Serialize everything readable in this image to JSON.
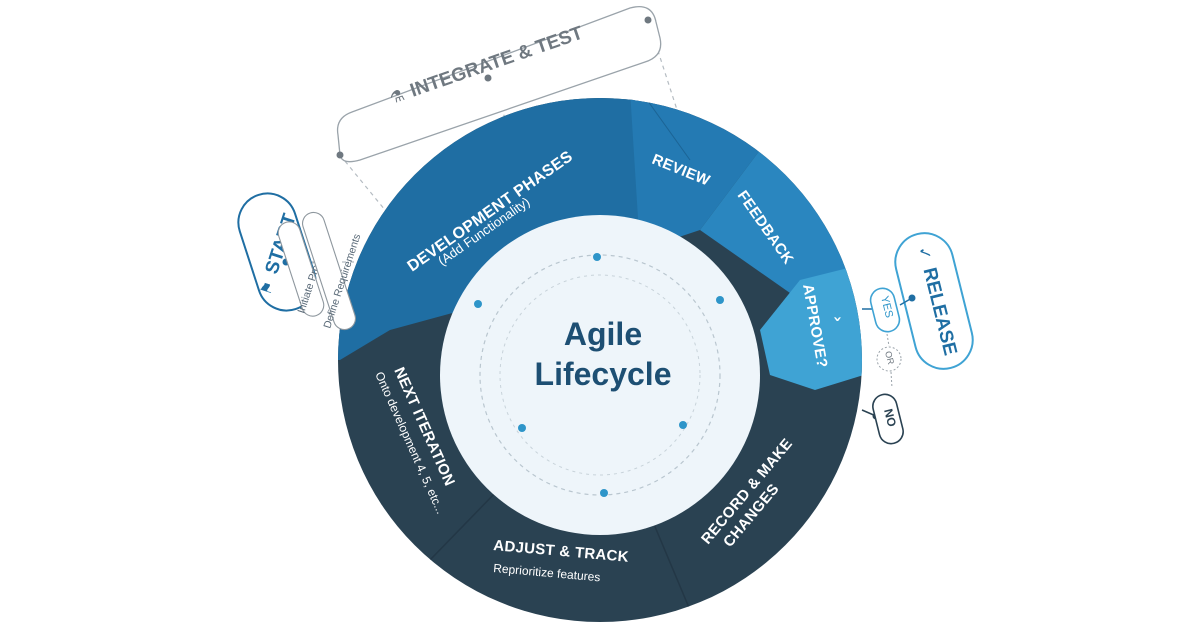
{
  "center": {
    "line1": "Agile",
    "line2": "Lifecycle"
  },
  "segments": {
    "development": {
      "title": "DEVELOPMENT PHASES",
      "subtitle": "(Add Functionality)"
    },
    "review": {
      "title": "REVIEW"
    },
    "feedback": {
      "title": "FEEDBACK"
    },
    "approve": {
      "title": "APPROVE?"
    },
    "record": {
      "line1": "RECORD & MAKE",
      "line2": "CHANGES"
    },
    "adjust": {
      "title": "ADJUST & TRACK",
      "subtitle": "Reprioritize features"
    },
    "next": {
      "title": "NEXT ITERATION",
      "subtitle": "Onto development 4, 5, etc..."
    }
  },
  "callouts": {
    "integrate": {
      "label": "INTEGRATE & TEST",
      "icon": "flask-icon"
    },
    "start": {
      "label": "START",
      "icon": "flag-icon",
      "items": [
        "Initiate Project",
        "Define Requirements"
      ]
    },
    "release": {
      "label": "RELEASE",
      "icon": "check-icon"
    },
    "decision": {
      "yes": "YES",
      "or": "OR",
      "no": "NO"
    }
  },
  "colors": {
    "blue_dark": "#1f6ea3",
    "blue_mid": "#2a86bf",
    "blue_light": "#3fa3d4",
    "navy": "#2a4252",
    "center_fill": "#eef5fa",
    "accent_dot": "#2e95c9",
    "outline_gray": "#9aa3aa"
  }
}
